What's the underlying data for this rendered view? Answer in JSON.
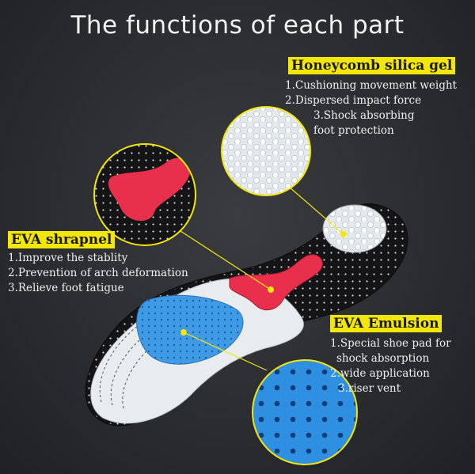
{
  "title": "The functions of each part",
  "honeycomb": {
    "heading": "Honeycomb silica gel",
    "lines": [
      "1.Cushioning movement weight",
      "2.Dispersed impact force",
      "3.Shock absorbing",
      "foot protection"
    ]
  },
  "eva_shrapnel": {
    "heading": "EVA shrapnel",
    "lines": [
      "1.Improve the stablity",
      "2.Prevention of arch deformation",
      "3.Relieve foot fatigue"
    ]
  },
  "eva_emulsion": {
    "heading": "EVA Emulsion",
    "lines": [
      "1.Special shoe pad for",
      "shock absorption",
      "2.wide application",
      "3.riser vent"
    ]
  },
  "colors": {
    "label_bg": "#f3e60b",
    "callout_ring": "#f3e60b",
    "gel": "#e6ecef",
    "shrapnel": "#e8304c",
    "emulsion": "#3f9be6",
    "mesh": "#1a1a1c"
  }
}
